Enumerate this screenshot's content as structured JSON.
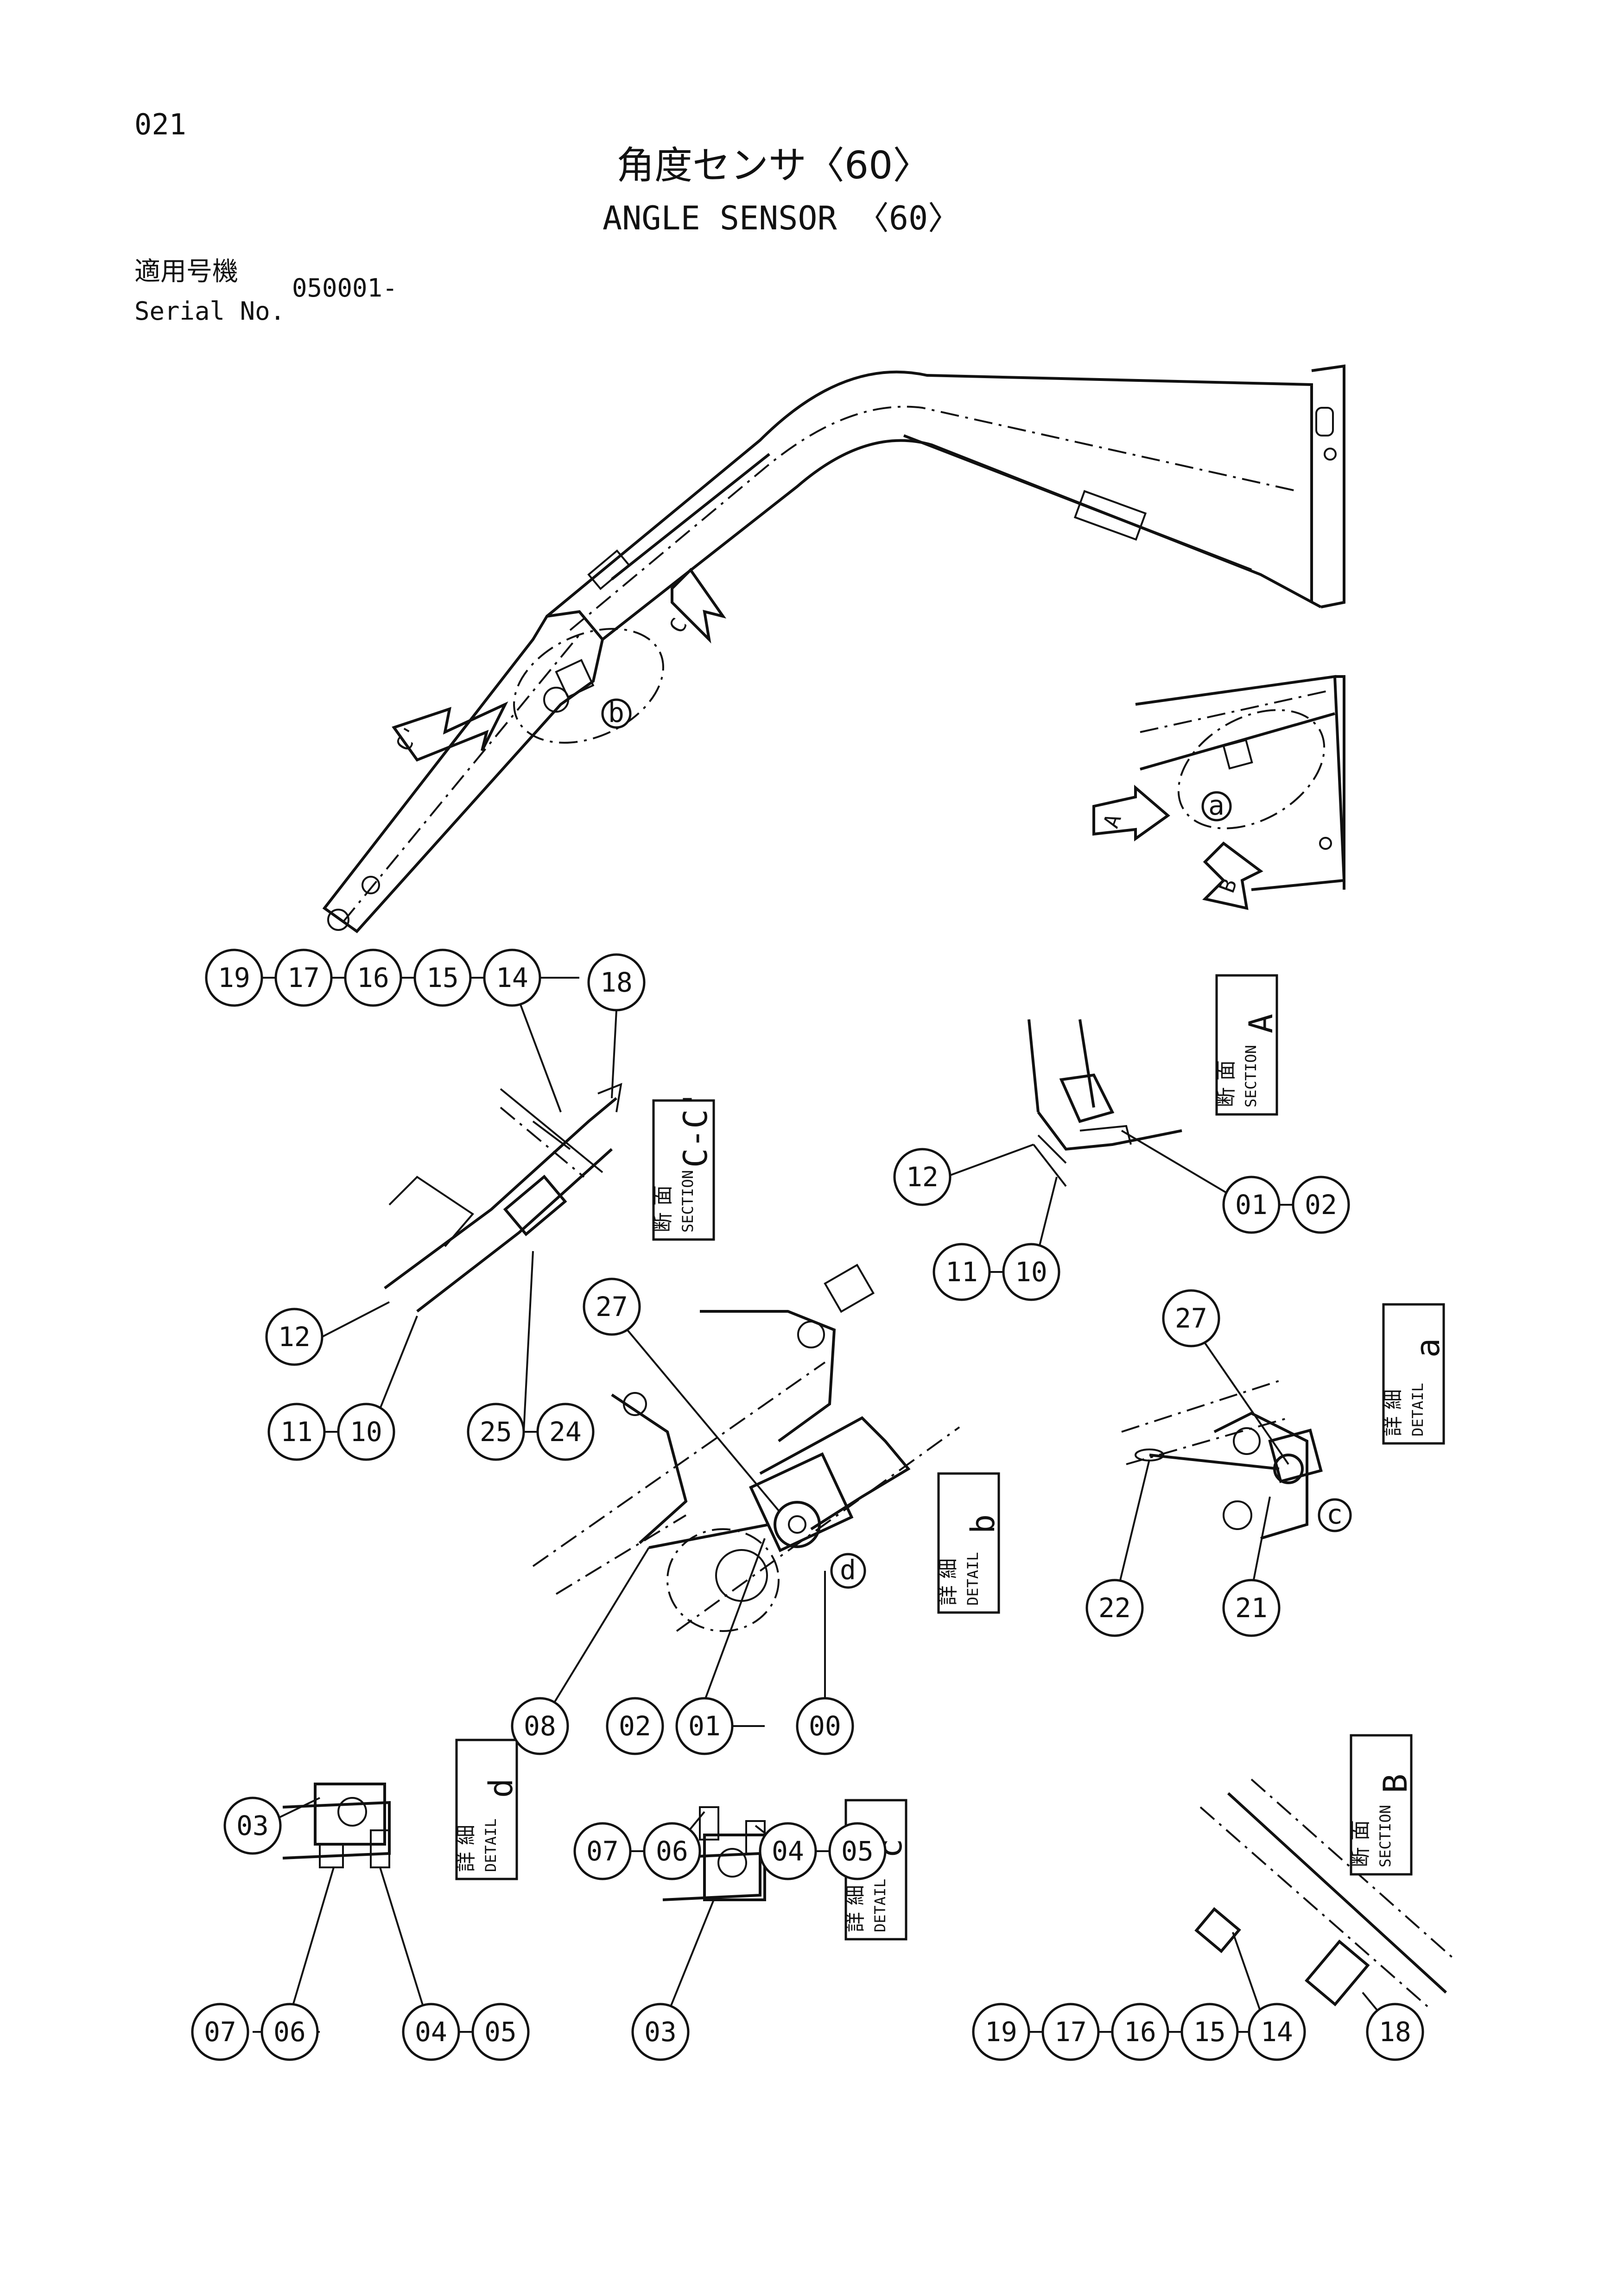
{
  "page_number": "021",
  "title_jp": "角度センサ〈60〉",
  "title_en": "ANGLE SENSOR 〈60〉",
  "serial": {
    "label_jp": "適用号機",
    "label_en": "Serial No.",
    "value": "050001-"
  },
  "views": {
    "section_cc": {
      "jp": "断 面",
      "en": "SECTION",
      "letter": "C-C'"
    },
    "section_a": {
      "jp": "断 面",
      "en": "SECTION",
      "letter": "A"
    },
    "section_b": {
      "jp": "断 面",
      "en": "SECTION",
      "letter": "B"
    },
    "detail_a": {
      "jp": "詳 細",
      "en": "DETAIL",
      "letter": "a"
    },
    "detail_b": {
      "jp": "詳 細",
      "en": "DETAIL",
      "letter": "b"
    },
    "detail_c": {
      "jp": "詳 細",
      "en": "DETAIL",
      "letter": "c"
    },
    "detail_d": {
      "jp": "詳 細",
      "en": "DETAIL",
      "letter": "d"
    }
  },
  "markers": {
    "a": "a",
    "b": "b",
    "c": "c",
    "d": "d",
    "arrow_a": "A",
    "arrow_b": "B",
    "arrow_c1": "C",
    "arrow_c2": "C'"
  },
  "callouts": {
    "top_cc": [
      "19",
      "17",
      "16",
      "15",
      "14",
      "18"
    ],
    "left_cc": [
      "12",
      "11",
      "10",
      "25",
      "24"
    ],
    "section_a": [
      "12",
      "11",
      "10",
      "01",
      "02"
    ],
    "detail_b": [
      "27",
      "08",
      "02",
      "01",
      "00"
    ],
    "detail_a": [
      "27",
      "22",
      "21"
    ],
    "detail_d": [
      "03",
      "07",
      "06",
      "04",
      "05"
    ],
    "detail_c": [
      "07",
      "06",
      "04",
      "05",
      "03"
    ],
    "section_b": [
      "19",
      "17",
      "16",
      "15",
      "14",
      "18"
    ]
  }
}
